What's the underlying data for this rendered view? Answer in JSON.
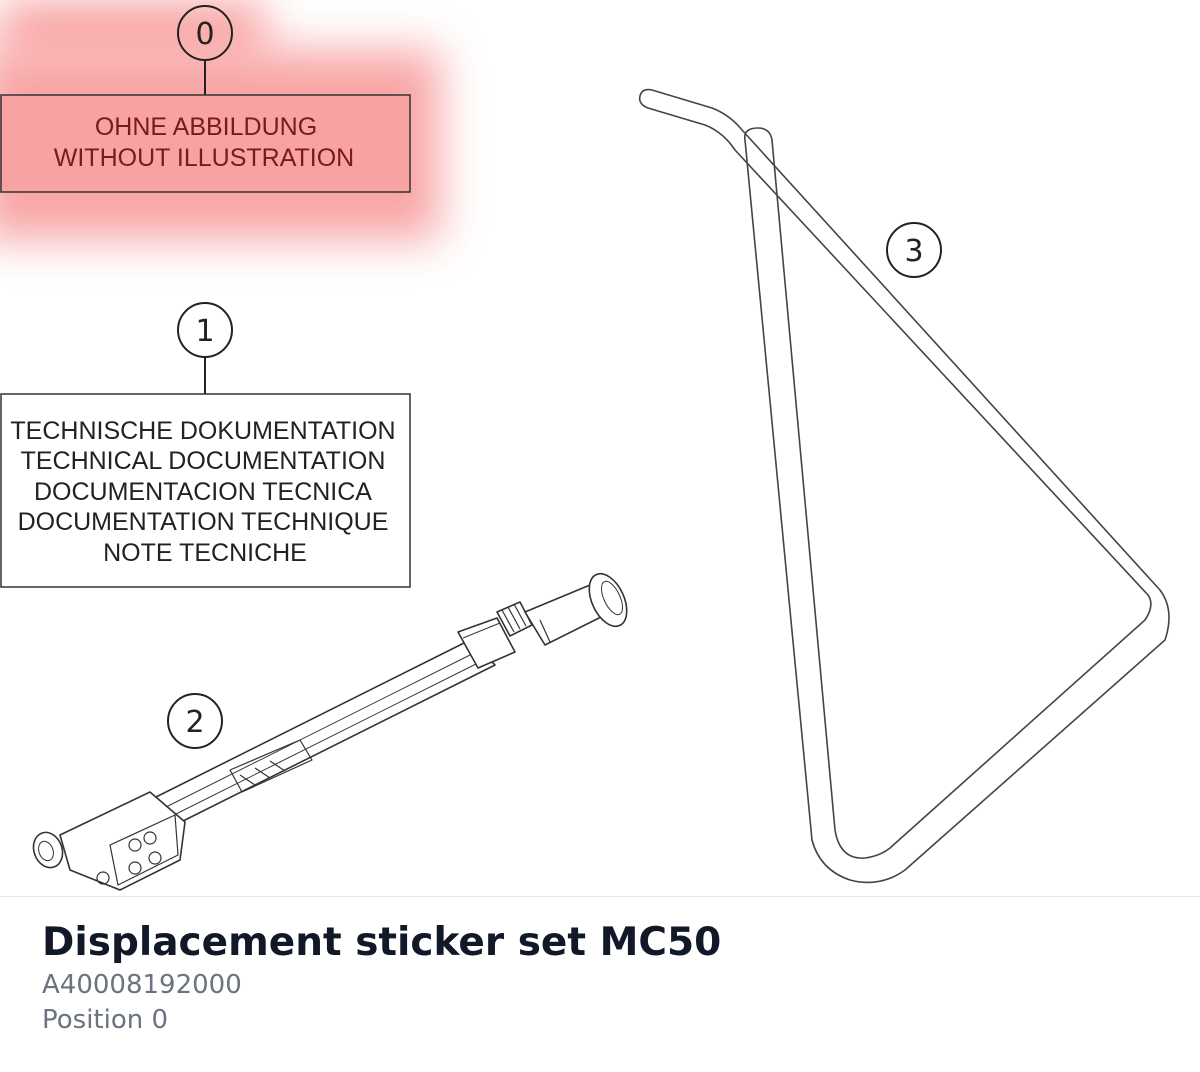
{
  "diagram": {
    "callouts": [
      {
        "number": "0",
        "lines": [
          "OHNE ABBILDUNG",
          "WITHOUT ILLUSTRATION"
        ],
        "highlighted": true
      },
      {
        "number": "1",
        "lines": [
          "TECHNISCHE DOKUMENTATION",
          "TECHNICAL DOCUMENTATION",
          "DOCUMENTACION TECNICA",
          "DOCUMENTATION TECHNIQUE",
          "NOTE TECNICHE"
        ],
        "highlighted": false
      },
      {
        "number": "2"
      },
      {
        "number": "3"
      }
    ],
    "highlight_color": "#f8a0a0"
  },
  "product": {
    "title": "Displacement sticker set MC50",
    "part_number": "A40008192000",
    "position": "Position 0"
  }
}
